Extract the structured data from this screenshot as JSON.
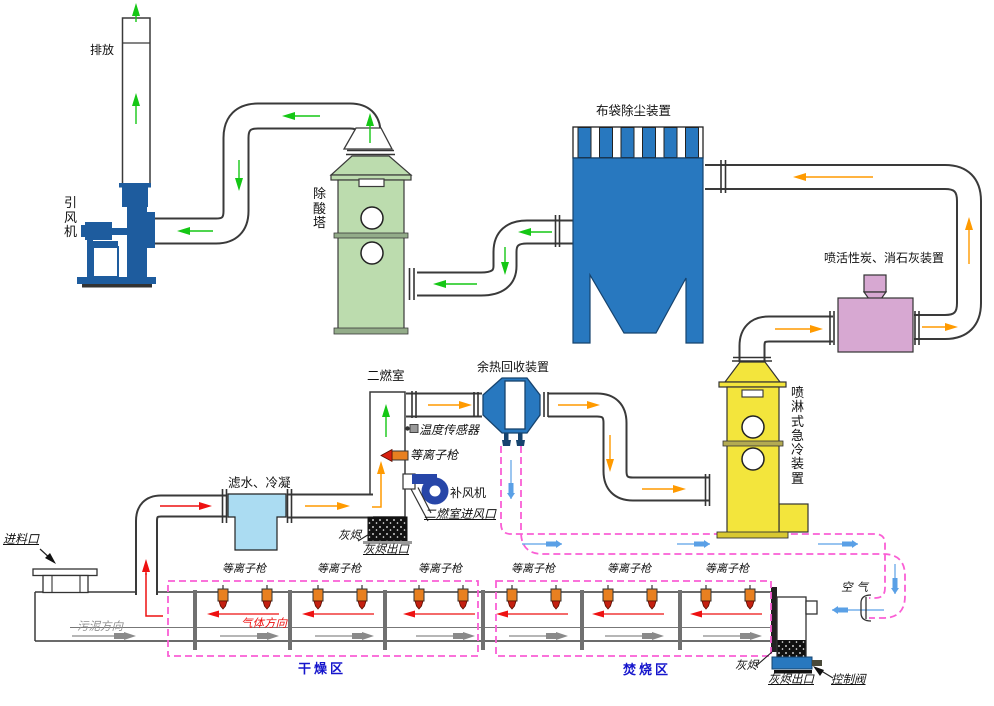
{
  "diagram_title": "waste incineration flue gas treatment process",
  "labels": {
    "stack": "排放",
    "induced_fan": "引风机",
    "acid_tower": "除酸塔",
    "baghouse": "布袋除尘装置",
    "carbon_lime": "喷活性炭、消石灰装置",
    "quench": "喷淋式急冷装置",
    "heat_recovery": "余热回收装置",
    "secondary_chamber": "二燃室",
    "temp_sensor": "温度传感器",
    "plasma_gun": "等离子枪",
    "makeup_fan": "补风机",
    "chamber_air_inlet": "二燃室进风口",
    "ash": "灰烬",
    "ash_outlet": "灰烬出口",
    "condenser": "滤水、冷凝",
    "feed_inlet": "进料口",
    "sludge_direction": "污泥方向",
    "gas_direction": "气体方向",
    "drying_zone": "干燥区",
    "incineration_zone": "焚烧区",
    "air": "空气",
    "control_valve": "控制阀"
  },
  "colors": {
    "equip_blue": "#2878bf",
    "fan_blue": "#1e5c9e",
    "navy": "#2746a8",
    "green_fill": "#bcdcae",
    "yellow_fill": "#f3e53c",
    "pink_fill": "#d7a8d2",
    "lightblue_fill": "#abdcf2",
    "arrow_green": "#15c715",
    "arrow_orange": "#ff9a00",
    "arrow_red": "#ee1111",
    "arrow_gray": "#8a8a8a",
    "arrow_blue": "#5aa0e6",
    "pink_dash": "#fa5fd5",
    "zone_text": "#1515cc"
  }
}
